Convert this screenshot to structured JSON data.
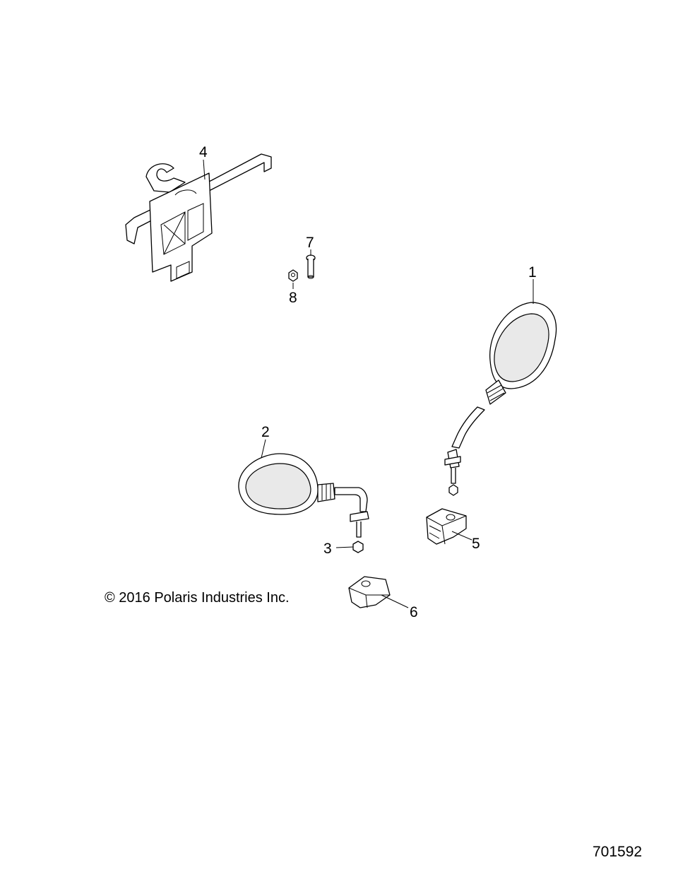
{
  "copyright": "© 2016 Polaris Industries Inc.",
  "document_number": "701592",
  "callouts": {
    "c1": "1",
    "c2": "2",
    "c3": "3",
    "c4": "4",
    "c5": "5",
    "c6": "6",
    "c7": "7",
    "c8": "8"
  }
}
